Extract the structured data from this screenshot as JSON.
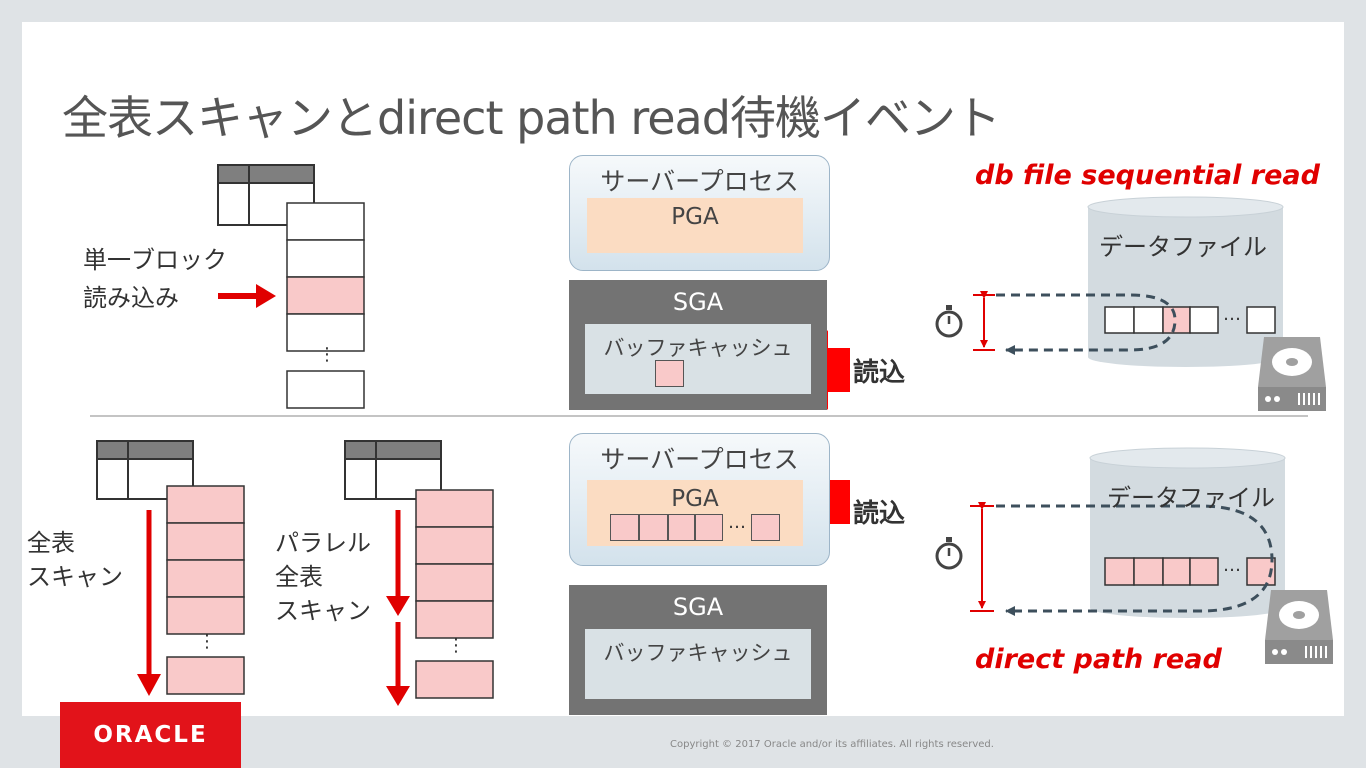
{
  "slide": {
    "title": "全表スキャンとdirect path read待機イベント",
    "top": {
      "left_label_line1": "単一ブロック",
      "left_label_line2": "読み込み",
      "server_process": "サーバープロセス",
      "pga": "PGA",
      "sga": "SGA",
      "buffer_cache": "バッファキャッシュ",
      "read_label": "読込",
      "wait_event": "db file sequential read",
      "datafile": "データファイル",
      "ellipsis": "…"
    },
    "bottom": {
      "full_scan_line1": "全表",
      "full_scan_line2": "スキャン",
      "parallel_line1": "パラレル",
      "parallel_line2": "全表",
      "parallel_line3": "スキャン",
      "server_process": "サーバープロセス",
      "pga": "PGA",
      "sga": "SGA",
      "buffer_cache": "バッファキャッシュ",
      "read_label": "読込",
      "wait_event": "direct path read",
      "datafile": "データファイル",
      "ellipsis": "…"
    },
    "vdots": "⋮",
    "copyright": "Copyright © 2017 Oracle and/or its affiliates. All rights reserved.",
    "logo": "ORACLE"
  },
  "colors": {
    "accent_red": "#e00000",
    "block_pink": "#f9c9c9",
    "pga_fill": "#fbdcc2",
    "sga_fill": "#737373",
    "buffer_fill": "#d9e1e5",
    "datafile_fill": "#d3dbe0",
    "oracle_red": "#e2131a"
  },
  "icons": [
    "stopwatch-icon",
    "disk-drive-icon",
    "arrow-icon"
  ]
}
